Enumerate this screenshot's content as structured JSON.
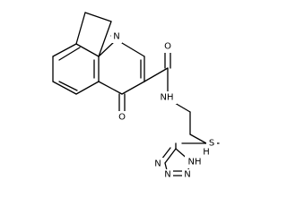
{
  "molecule": {
    "atoms": {
      "n_ring": "N",
      "o_ketone": "O",
      "o_amide": "O",
      "nh_amide": "NH",
      "s_thio": "S",
      "n_t1": "N",
      "n_t2": "N",
      "n_t3": "N",
      "nh_tet": "NH",
      "h_tet": "H"
    }
  }
}
